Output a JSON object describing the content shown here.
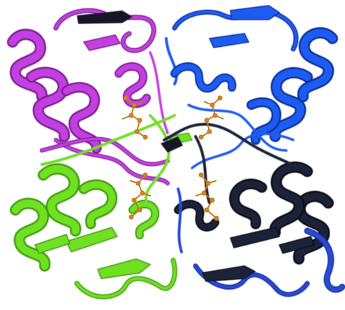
{
  "image": {
    "subject": "protein-ribbon-tetramer",
    "background": "#ffffff",
    "chains": [
      {
        "id": "A",
        "color": "#c23fe0",
        "shade": "#7a1c90",
        "quadrant": "top-left"
      },
      {
        "id": "B",
        "color": "#1f5bf2",
        "shade": "#0d2f99",
        "quadrant": "top-right"
      },
      {
        "id": "C",
        "color": "#6fe021",
        "shade": "#3f9a10",
        "quadrant": "bottom-left"
      },
      {
        "id": "D",
        "color": "#151826",
        "shade": "#2a48d8",
        "quadrant": "bottom-right"
      }
    ],
    "ligand": {
      "color": "#c77a1e",
      "atom_color": "#e08a22",
      "sites": 4
    },
    "accent": {
      "color": "#151826"
    }
  }
}
